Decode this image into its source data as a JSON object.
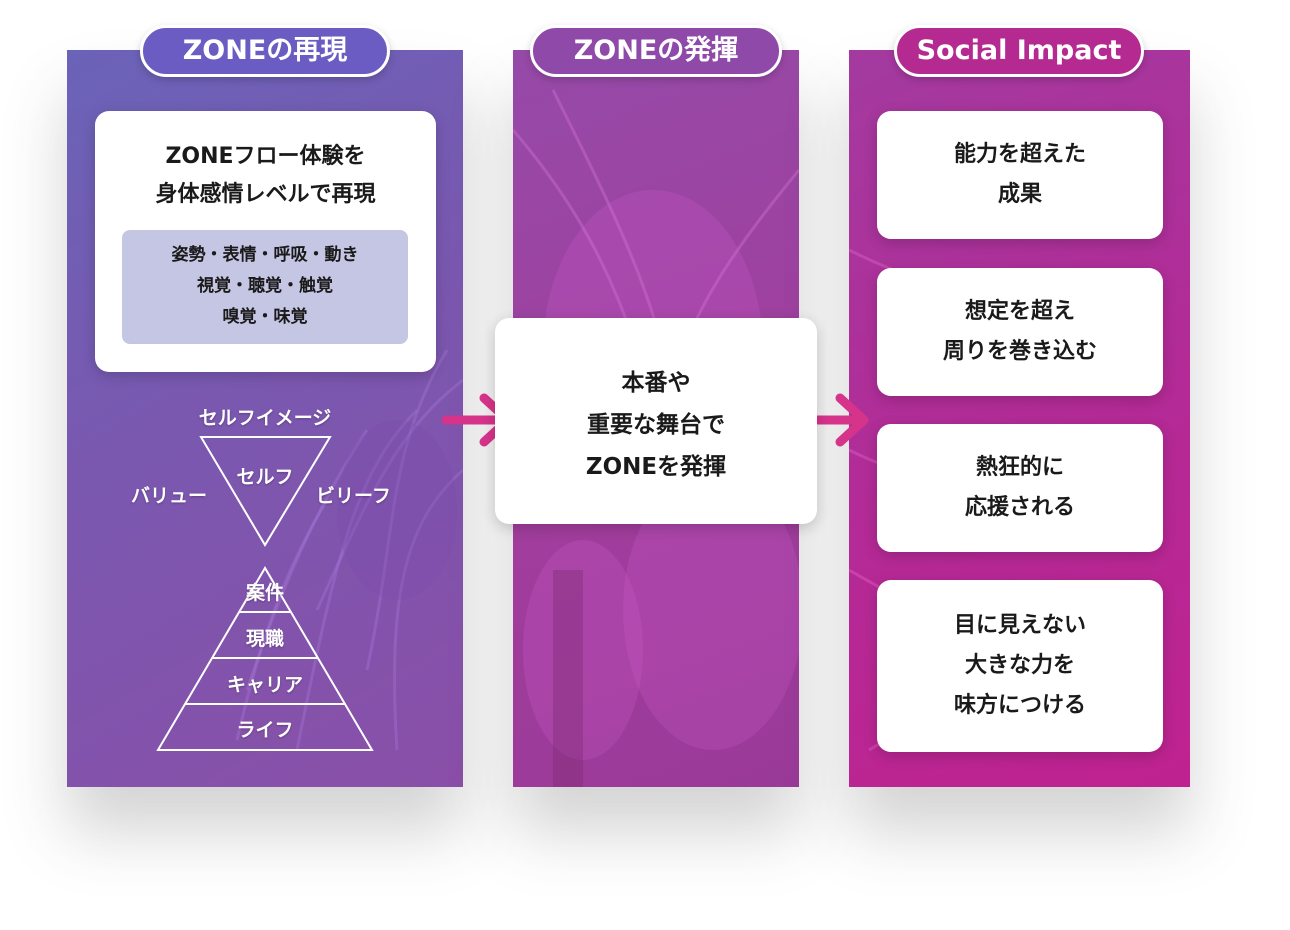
{
  "columns": [
    {
      "header": "ZONEの再現"
    },
    {
      "header": "ZONEの発揮"
    },
    {
      "header": "Social Impact"
    }
  ],
  "reproduce": {
    "title_line1": "ZONEフロー体験を",
    "title_line2": "身体感情レベルで再現",
    "senses_line1": "姿勢・表情・呼吸・動き",
    "senses_line2": "視覚・聴覚・触覚",
    "senses_line3": "嗅覚・味覚",
    "triangle": {
      "top": "セルフイメージ",
      "center": "セルフ",
      "left": "バリュー",
      "right": "ビリーフ"
    },
    "pyramid": [
      "案件",
      "現職",
      "キャリア",
      "ライフ"
    ]
  },
  "perform": {
    "line1": "本番や",
    "line2": "重要な舞台で",
    "line3": "ZONEを発揮"
  },
  "impacts": [
    {
      "line1": "能力を超えた",
      "line2": "成果"
    },
    {
      "line1": "想定を超え",
      "line2": "周りを巻き込む"
    },
    {
      "line1": "熱狂的に",
      "line2": "応援される"
    },
    {
      "line1": "目に見えない",
      "line2": "大きな力を",
      "line3": "味方につける"
    }
  ],
  "colors": {
    "accent_arrow": "#d6338a",
    "col1": "#6a63b8",
    "col2": "#a13d9c",
    "col3": "#b42a96"
  },
  "icons": [
    "arrow-right-icon",
    "arrow-right-icon"
  ]
}
